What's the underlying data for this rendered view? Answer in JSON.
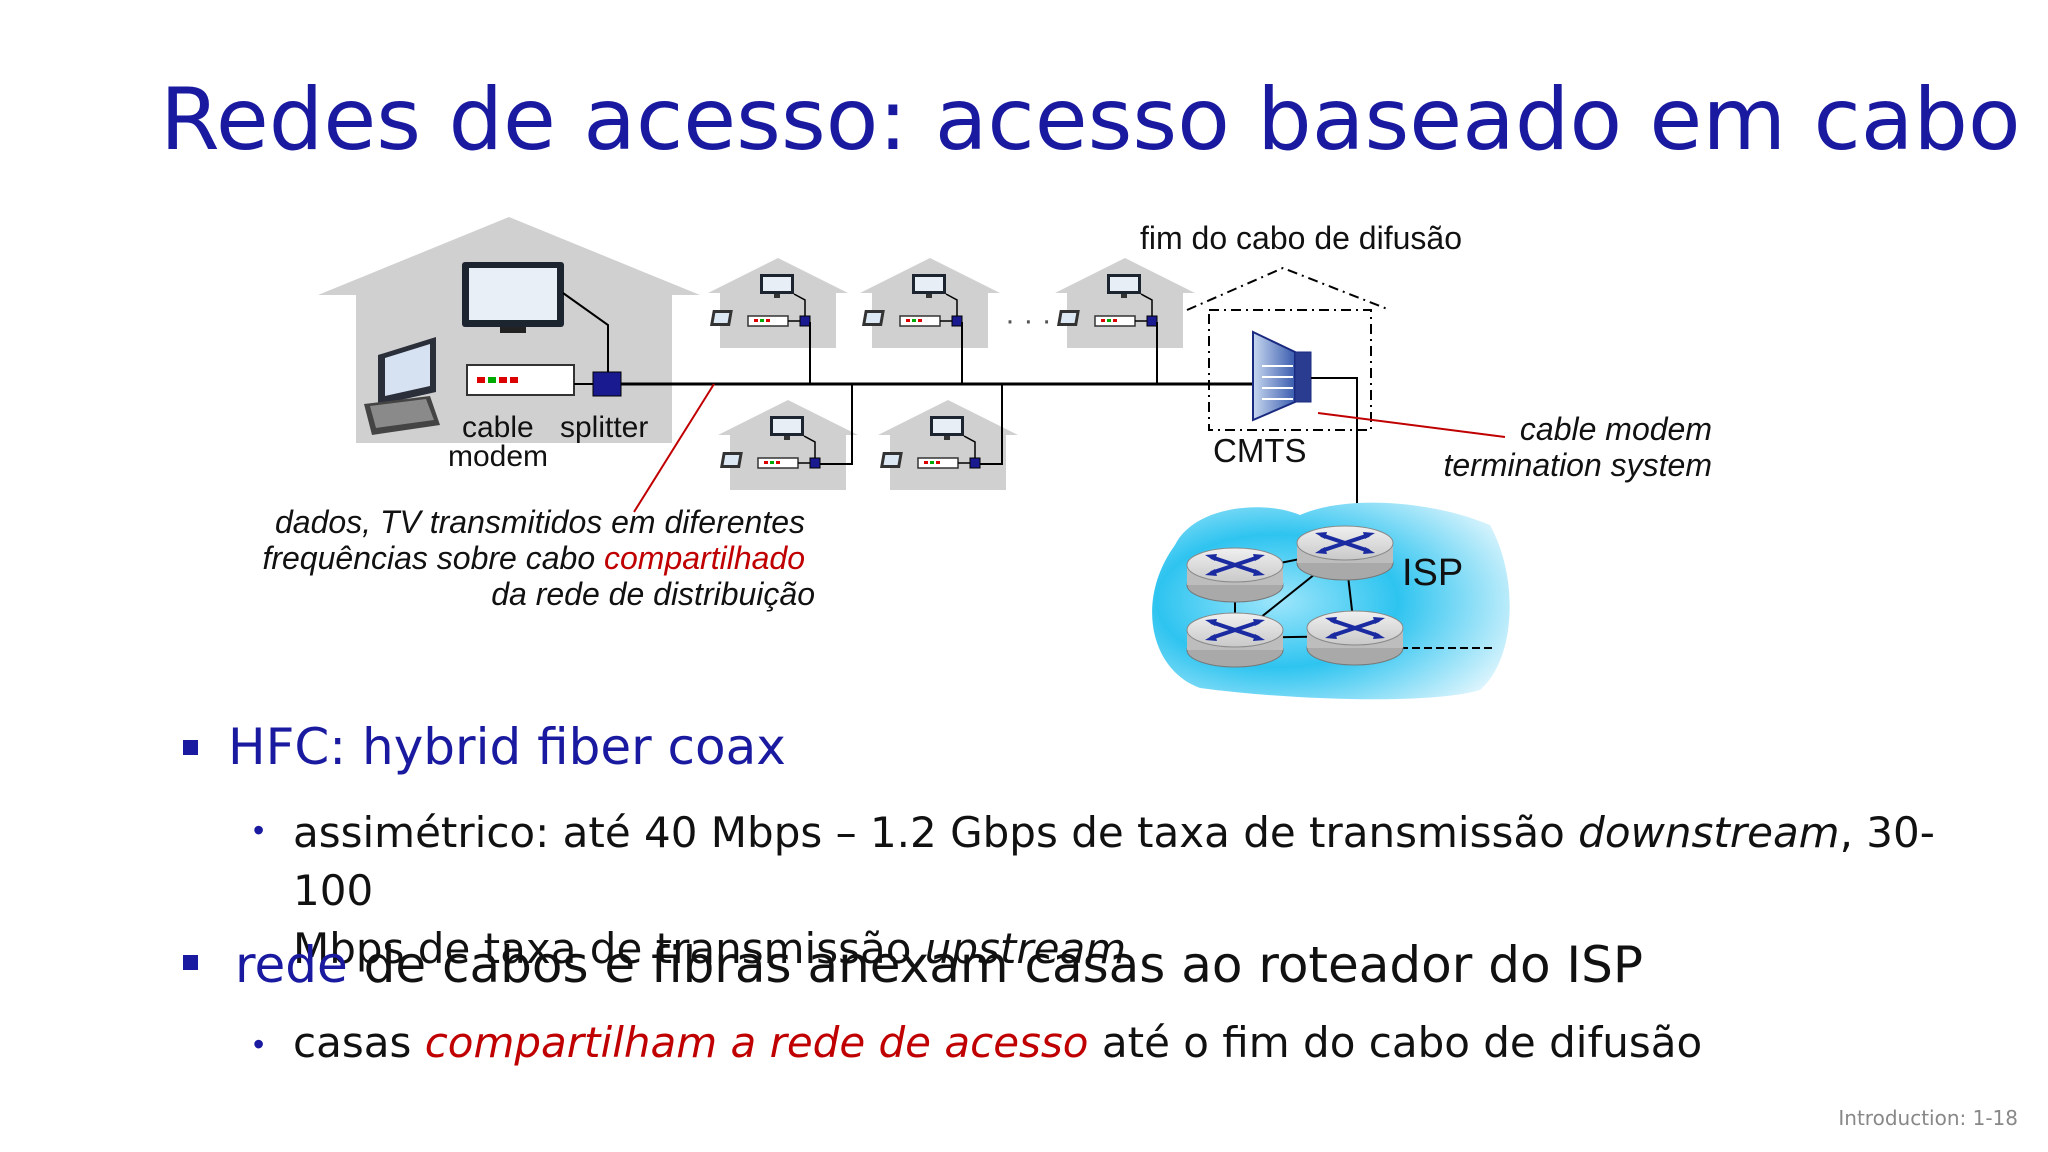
{
  "title": "Redes de acesso: acesso baseado em cabo",
  "diagram": {
    "label_fim": "fim do cabo de difusão",
    "label_cable": "cable",
    "label_modem": "modem",
    "label_splitter": "splitter",
    "label_cmts": "CMTS",
    "label_cmts_desc_1": "cable modem",
    "label_cmts_desc_2": "termination system",
    "label_isp": "ISP",
    "label_dots": "· · ·",
    "annot_line1": "dados, TV transmitidos em diferentes",
    "annot_line2_a": "frequências sobre cabo ",
    "annot_line2_b": "compartilhado",
    "annot_line3": "da rede de distribuição"
  },
  "bullets": {
    "b1": "HFC: hybrid fiber coax",
    "b1_sub_a": "assimétrico: até 40 Mbps – 1.2 Gbps de taxa de transmissão ",
    "b1_sub_b": "downstream",
    "b1_sub_c": ", 30-100",
    "b1_sub_d": "Mbps de taxa de transmissão ",
    "b1_sub_e": "upstream",
    "b2_a": "rede",
    "b2_b": " de cabos e fibras anexam casas ao roteador do ISP",
    "b2_sub_a": "casas ",
    "b2_sub_b": "compartilham a rede de acesso",
    "b2_sub_c": " até o fim do cabo de difusão"
  },
  "footer": "Introduction: 1-18",
  "colors": {
    "title": "#1a1aa0",
    "accent_red": "#c00000",
    "house": "#d0d0d0",
    "isp_cloud": "#2ec4f0"
  }
}
